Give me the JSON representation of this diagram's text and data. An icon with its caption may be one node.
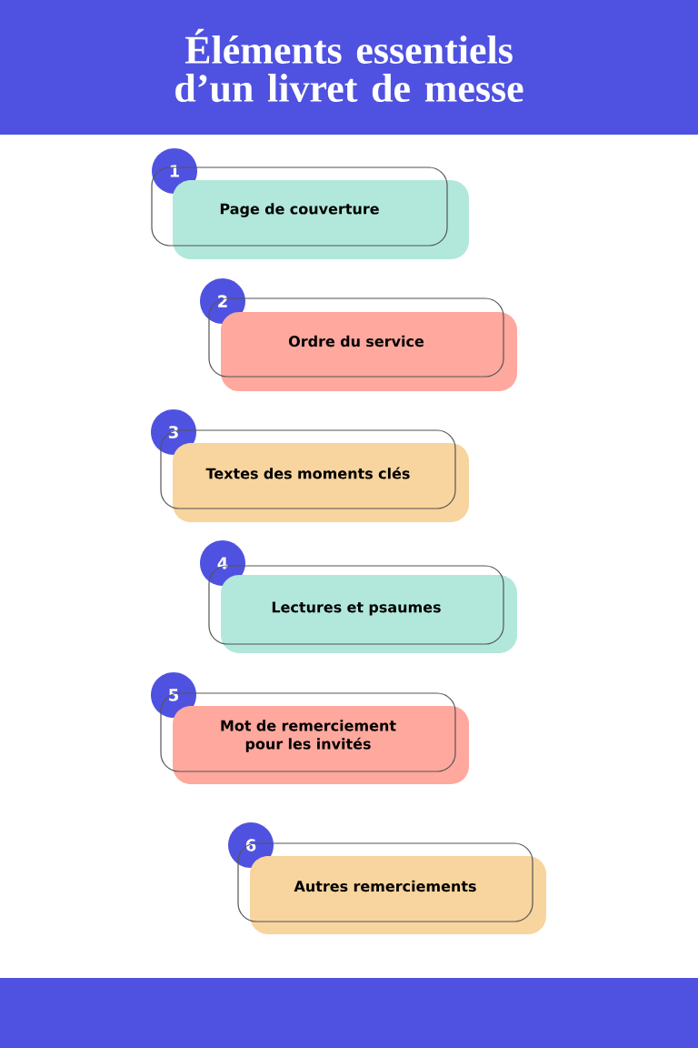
{
  "diagram": {
    "title": "Éléments essentiels d’un livret de messe",
    "nodes": [
      {
        "text": [
          "1"
        ]
      },
      {
        "text": [
          "Page de couverture"
        ]
      },
      {
        "text": [
          "2"
        ]
      },
      {
        "text": [
          "Ordre du service"
        ]
      },
      {
        "text": [
          "3"
        ]
      },
      {
        "text": [
          "Textes des moments clés"
        ]
      },
      {
        "text": [
          "4"
        ]
      },
      {
        "text": [
          "Lectures et psaumes"
        ]
      },
      {
        "text": [
          "5"
        ]
      },
      {
        "text": [
          "Mot de remerciement pour les invités"
        ]
      },
      {
        "text": [
          "6"
        ]
      },
      {
        "text": [
          "Autres remerciements"
        ]
      }
    ]
  }
}
